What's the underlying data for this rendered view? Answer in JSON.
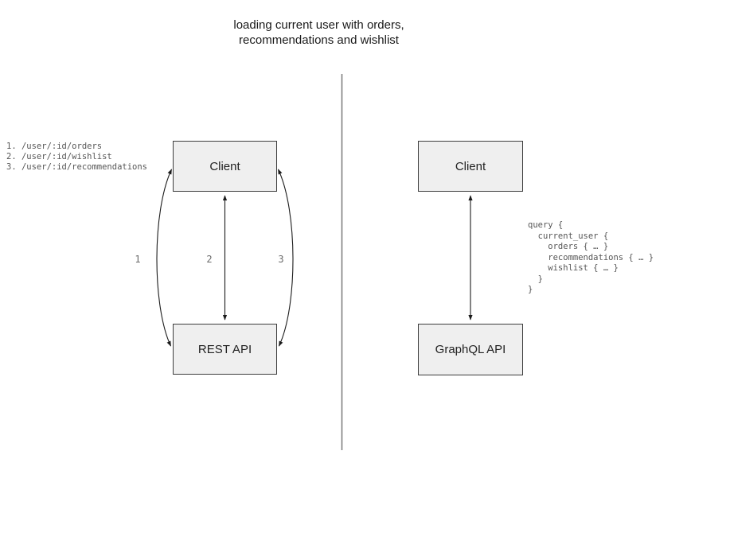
{
  "title": {
    "line1": "loading current user with orders,",
    "line2": "recommendations and wishlist"
  },
  "rest_panel": {
    "endpoints": [
      "1. /user/:id/orders",
      "2. /user/:id/wishlist",
      "3. /user/:id/recommendations"
    ],
    "client_box_label": "Client",
    "api_box_label": "REST API",
    "arrow_labels": [
      "1",
      "2",
      "3"
    ]
  },
  "graphql_panel": {
    "client_box_label": "Client",
    "api_box_label": "GraphQL API",
    "query_lines": [
      "query {",
      "  current_user {",
      "    orders { … }",
      "    recommendations { … }",
      "    wishlist { … }",
      "  }",
      "}"
    ]
  },
  "colors": {
    "background": "#ffffff",
    "box_fill": "#efefef",
    "box_border": "#3d3d3d",
    "divider": "#787878",
    "arrow": "#1b1b1b",
    "code_text": "#565656",
    "label_text": "#6b6b6b",
    "title_text": "#1a1a1a",
    "box_text": "#222222"
  }
}
